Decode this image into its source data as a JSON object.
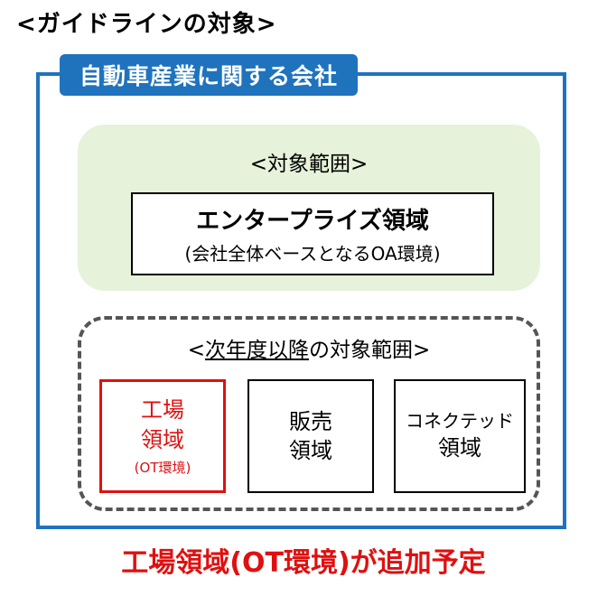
{
  "heading": "<ガイドラインの対象>",
  "company": {
    "label": "自動車産業に関する会社"
  },
  "current_scope": {
    "label": "<対象範囲>",
    "enterprise": {
      "title": "エンタープライズ領域",
      "subtitle": "(会社全体ベースとなるOA環境)"
    }
  },
  "future_scope": {
    "label_prefix": "<",
    "label_underlined": "次年度以降",
    "label_suffix": "の対象範囲>",
    "domains": [
      {
        "line1": "工場",
        "line2": "領域",
        "note": "(OT環境)"
      },
      {
        "line1": "販売",
        "line2": "領域"
      },
      {
        "line1": "コネクテッド",
        "line2": "領域"
      }
    ]
  },
  "footer": "工場領域(OT環境)が追加予定",
  "colors": {
    "accent_blue": "#1f73bd",
    "highlight_red": "#e01010",
    "scope_green": "#e6f2da"
  }
}
